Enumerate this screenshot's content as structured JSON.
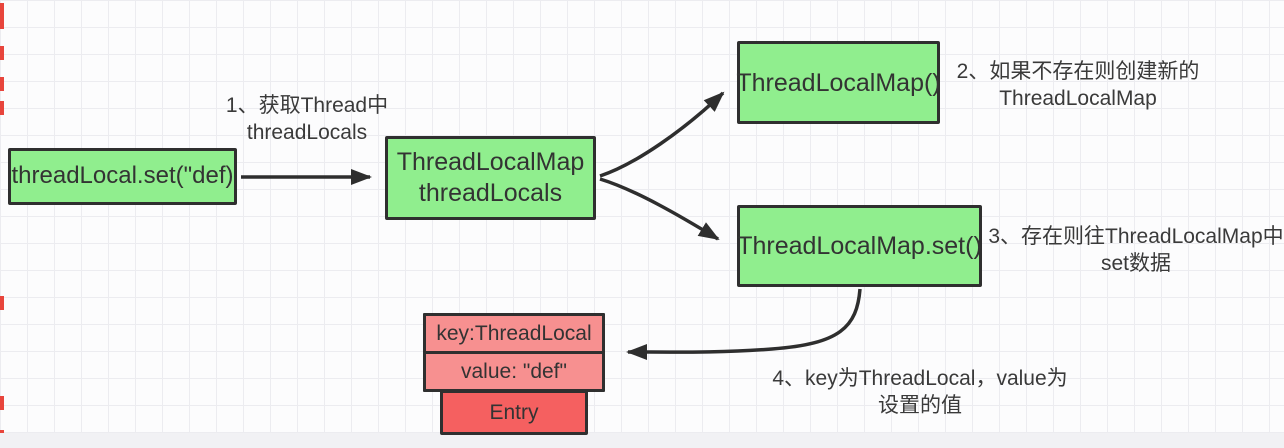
{
  "nodes": {
    "call": {
      "label": "threadLocal.set(\"def)"
    },
    "map": {
      "line1": "ThreadLocalMap",
      "line2": "threadLocals"
    },
    "ctor": {
      "label": "ThreadLocalMap()"
    },
    "set": {
      "label": "ThreadLocalMap.set()"
    },
    "entry_key": {
      "label": "key:ThreadLocal"
    },
    "entry_value": {
      "label": "value: \"def\""
    },
    "entry": {
      "label": "Entry"
    }
  },
  "annotations": {
    "step1": {
      "line1": "1、获取Thread中",
      "line2": "threadLocals"
    },
    "step2": {
      "line1": "2、如果不存在则创建新的",
      "line2": "ThreadLocalMap"
    },
    "step3": {
      "line1": "3、存在则往ThreadLocalMap中",
      "line2": "set数据"
    },
    "step4": {
      "line1": "4、key为ThreadLocal，value为",
      "line2": "设置的值"
    }
  },
  "colors": {
    "node_green": "#90ee8e",
    "node_pink": "#f79090",
    "node_red": "#f56060",
    "border": "#2f2f2f",
    "arrow": "#2e2e2e",
    "grid_line": "#ececf0",
    "background": "#fcfcfd",
    "bottom_band": "#f1f1f4",
    "edge_mark_red": "#e8453c",
    "text": "#333333"
  }
}
